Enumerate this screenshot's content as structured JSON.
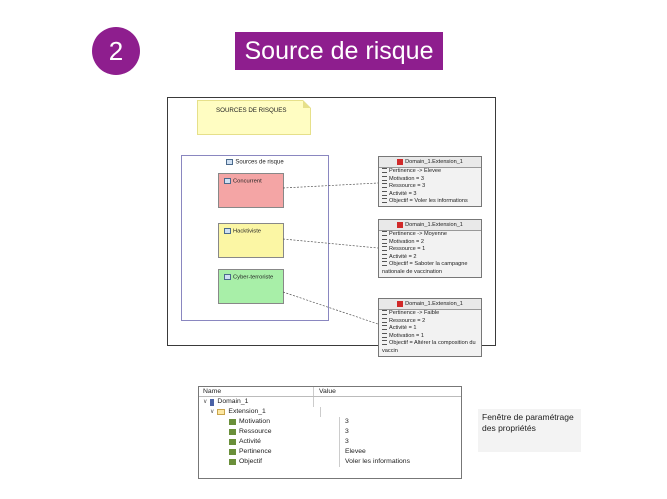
{
  "badge": "2",
  "title": "Source de risque",
  "diagram": {
    "note": "SOURCES DE RISQUES",
    "group_title": "Sources de risque",
    "actors": [
      "Concurrent",
      "Hacktiviste",
      "Cyber-terroriste"
    ],
    "actor_colors": [
      "#f4a5a5",
      "#fbf6a4",
      "#a8efa8"
    ],
    "extensions": [
      {
        "header": "Domain_1.Extension_1",
        "rows": [
          "Pertinence -> Elevee",
          "Motivation = 3",
          "Ressource = 3",
          "Activité = 3",
          "Objectif = Voler les informations"
        ]
      },
      {
        "header": "Domain_1.Extension_1",
        "rows": [
          "Pertinence -> Moyenne",
          "Motivation = 2",
          "Ressource = 1",
          "Activité = 2",
          "Objectif = Saboter la campagne nationale de vaccination"
        ]
      },
      {
        "header": "Domain_1.Extension_1",
        "rows": [
          "Pertinence -> Faible",
          "Ressource = 2",
          "Activité = 1",
          "Motivation = 1",
          "Objectif = Altérer la composition du vaccin"
        ]
      }
    ]
  },
  "properties": {
    "col_name": "Name",
    "col_value": "Value",
    "domain": "Domain_1",
    "extension": "Extension_1",
    "rows": [
      {
        "name": "Motivation",
        "value": "3"
      },
      {
        "name": "Ressource",
        "value": "3"
      },
      {
        "name": "Activité",
        "value": "3"
      },
      {
        "name": "Pertinence",
        "value": "Elevee"
      },
      {
        "name": "Objectif",
        "value": "Voler les informations"
      }
    ]
  },
  "caption": "Fenêtre de paramétrage des propriétés"
}
